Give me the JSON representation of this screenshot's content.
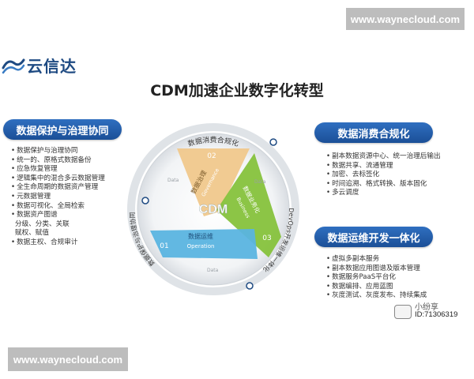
{
  "top_url": "www.waynecloud.com",
  "bottom_url": "www.waynecloud.com",
  "logo": {
    "brand": "云信达",
    "icon": "wave-logo-icon"
  },
  "title": "CDM加速企业数字化转型",
  "left_panel": {
    "heading": "数据保护与治理协同",
    "items": [
      {
        "text": "数据保护与治理协同",
        "bullet": true
      },
      {
        "text": "统一的、原格式数据备份",
        "bullet": true
      },
      {
        "text": "应急恢复管理",
        "bullet": true
      },
      {
        "text": "逻辑集中的混合多云数据管理",
        "bullet": true
      },
      {
        "text": "全生命周期的数据资产管理",
        "bullet": true
      },
      {
        "text": "元数据管理",
        "bullet": true
      },
      {
        "text": "数据可视化、全局检索",
        "bullet": true
      },
      {
        "text": "数据资产图谱",
        "bullet": true
      },
      {
        "text": "分级、分类、关联",
        "bullet": false
      },
      {
        "text": "赋权、赋值",
        "bullet": false
      },
      {
        "text": "数据主权、合规审计",
        "bullet": true
      }
    ]
  },
  "right_top_panel": {
    "heading": "数据消费合规化",
    "items": [
      "副本数据资源中心、统一治理后输出",
      "数据共享、流通管理",
      "加密、去标签化",
      "时间追溯、格式转换、版本固化",
      "多云调度"
    ]
  },
  "right_bottom_panel": {
    "heading": "数据运维开发一体化",
    "items": [
      "虚拟多副本服务",
      "副本数据应用图谱及版本管理",
      "数据服务PaaS平台化",
      "数据编排、应用蓝图",
      "灰度测试、灰度发布、持续集成"
    ]
  },
  "diagram": {
    "center_label": "CDM",
    "outer_arc_top": "数据消费合规化",
    "outer_arc_right": "DevOps开发运维一体化",
    "outer_arc_left": "数据保护与治理协同",
    "data_label": "Data",
    "segments": [
      {
        "num": "02",
        "cn": "数据治理",
        "en": "Governance",
        "color": "#f0c88c"
      },
      {
        "num": "03",
        "cn": "数据业务化",
        "en": "Business",
        "color": "#86c23c"
      },
      {
        "num": "01",
        "cn": "数据运维",
        "en": "Operation",
        "color": "#5ab4e0"
      }
    ]
  },
  "watermark": {
    "name": "小纷享",
    "id": "ID:71306319"
  }
}
